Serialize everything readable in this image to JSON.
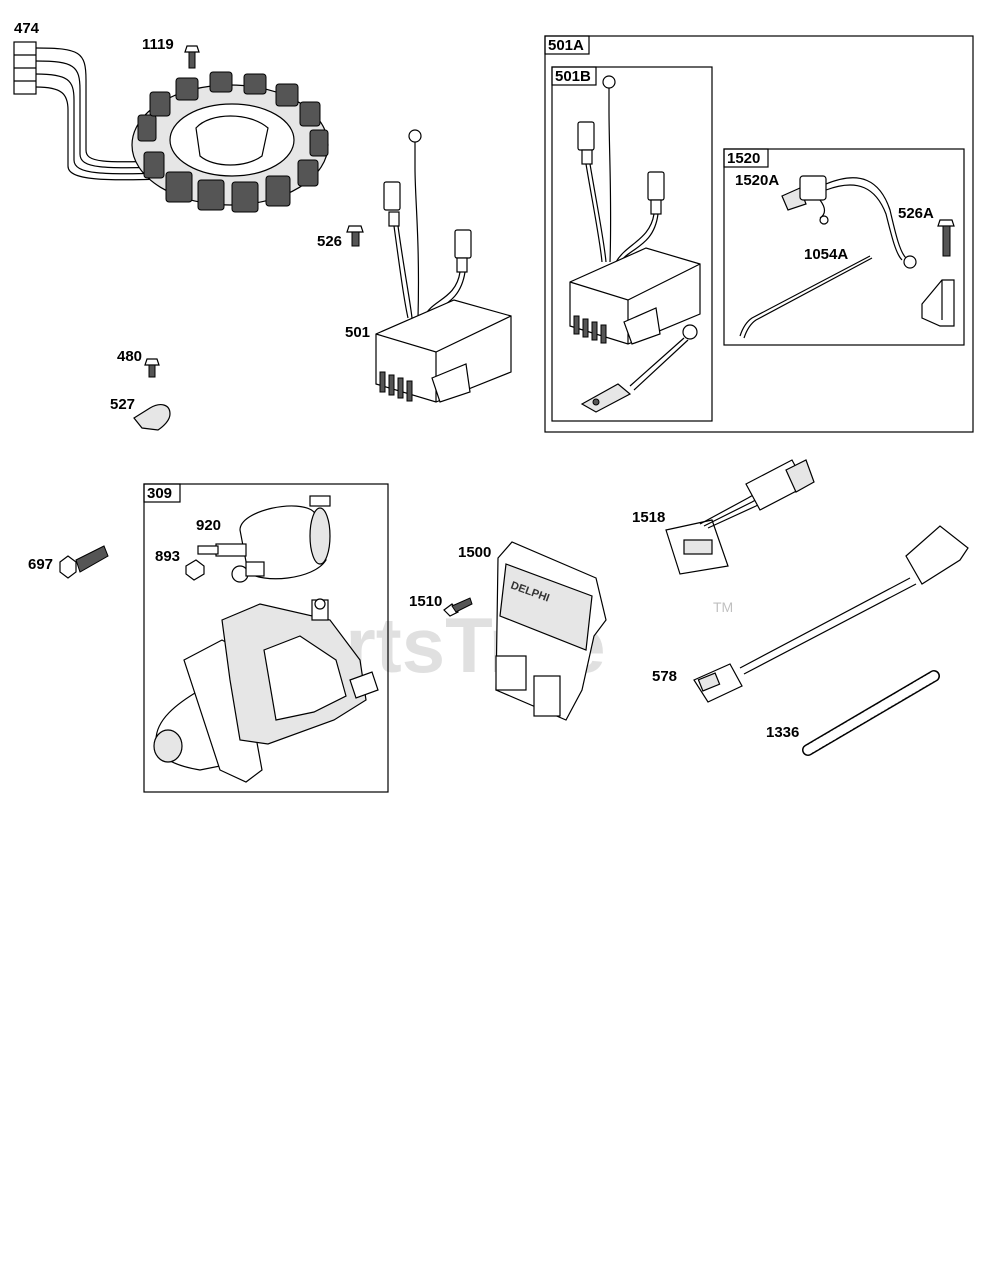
{
  "watermark": {
    "text": "PartsTree",
    "trademark": "TM"
  },
  "boxes": [
    {
      "id": "box-501A",
      "label": "501A"
    },
    {
      "id": "box-501B",
      "label": "501B"
    },
    {
      "id": "box-1520",
      "label": "1520"
    },
    {
      "id": "box-309",
      "label": "309"
    }
  ],
  "callouts": {
    "c474": "474",
    "c1119": "1119",
    "c526": "526",
    "c501": "501",
    "c480": "480",
    "c527": "527",
    "c1520A": "1520A",
    "c526A": "526A",
    "c1054A": "1054A",
    "c920": "920",
    "c893": "893",
    "c697": "697",
    "c1500": "1500",
    "c1510": "1510",
    "c1518": "1518",
    "c578": "578",
    "c1336": "1336"
  },
  "module_brand": "DELPHI"
}
